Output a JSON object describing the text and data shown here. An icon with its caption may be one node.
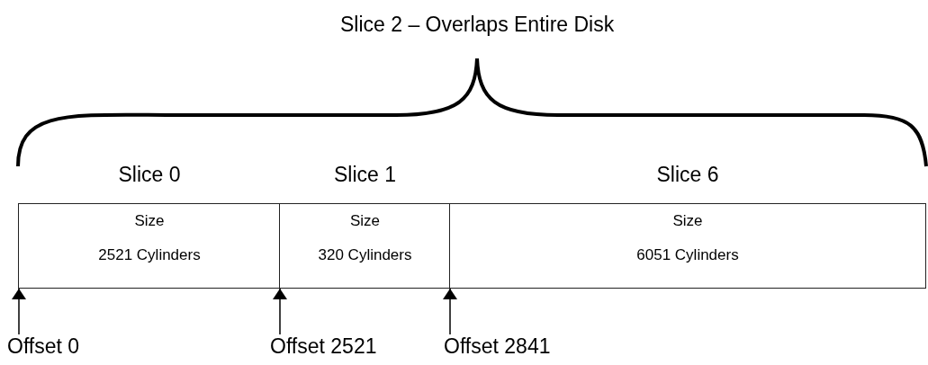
{
  "diagram": {
    "nodes": [
      {
        "text": [
          "Slice 0",
          "Size",
          "2521 Cylinders"
        ]
      },
      {
        "text": [
          "Slice 1",
          "Size",
          "320 Cylinders"
        ]
      },
      {
        "text": [
          "Slice 6",
          "Size",
          "6051 Cylinders"
        ]
      },
      {
        "text": [
          "Offset 0"
        ]
      },
      {
        "text": [
          "Offset 2521"
        ]
      },
      {
        "text": [
          "Offset 2841"
        ]
      }
    ],
    "edges": [
      {
        "from": 3,
        "to": 0,
        "arrow": "to"
      },
      {
        "from": 4,
        "to": 1,
        "arrow": "to"
      },
      {
        "from": 5,
        "to": 2,
        "arrow": "to"
      }
    ],
    "labels": [
      "Slice 2 – Overlaps Entire Disk"
    ]
  }
}
